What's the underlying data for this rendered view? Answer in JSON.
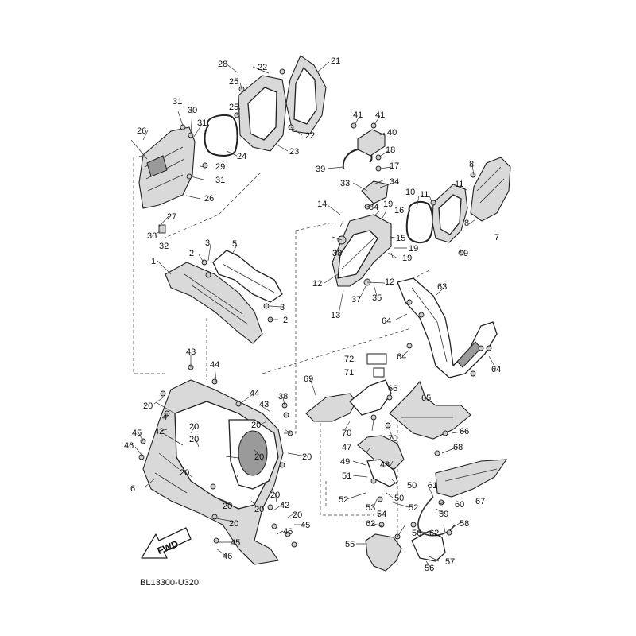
{
  "diagram_code": "BL13300-U320",
  "direction_label": "FWD",
  "callouts": [
    "1",
    "2",
    "3",
    "4",
    "5",
    "6",
    "7",
    "8",
    "9",
    "10",
    "11",
    "12",
    "13",
    "14",
    "15",
    "16",
    "17",
    "18",
    "19",
    "20",
    "21",
    "22",
    "23",
    "24",
    "25",
    "26",
    "27",
    "28",
    "29",
    "30",
    "31",
    "32",
    "33",
    "34",
    "35",
    "36",
    "37",
    "38",
    "39",
    "40",
    "41",
    "42",
    "43",
    "44",
    "45",
    "46",
    "47",
    "48",
    "49",
    "50",
    "51",
    "52",
    "53",
    "54",
    "55",
    "56",
    "57",
    "58",
    "59",
    "60",
    "61",
    "62",
    "63",
    "64",
    "65",
    "66",
    "67",
    "68",
    "69",
    "70",
    "71",
    "72"
  ]
}
